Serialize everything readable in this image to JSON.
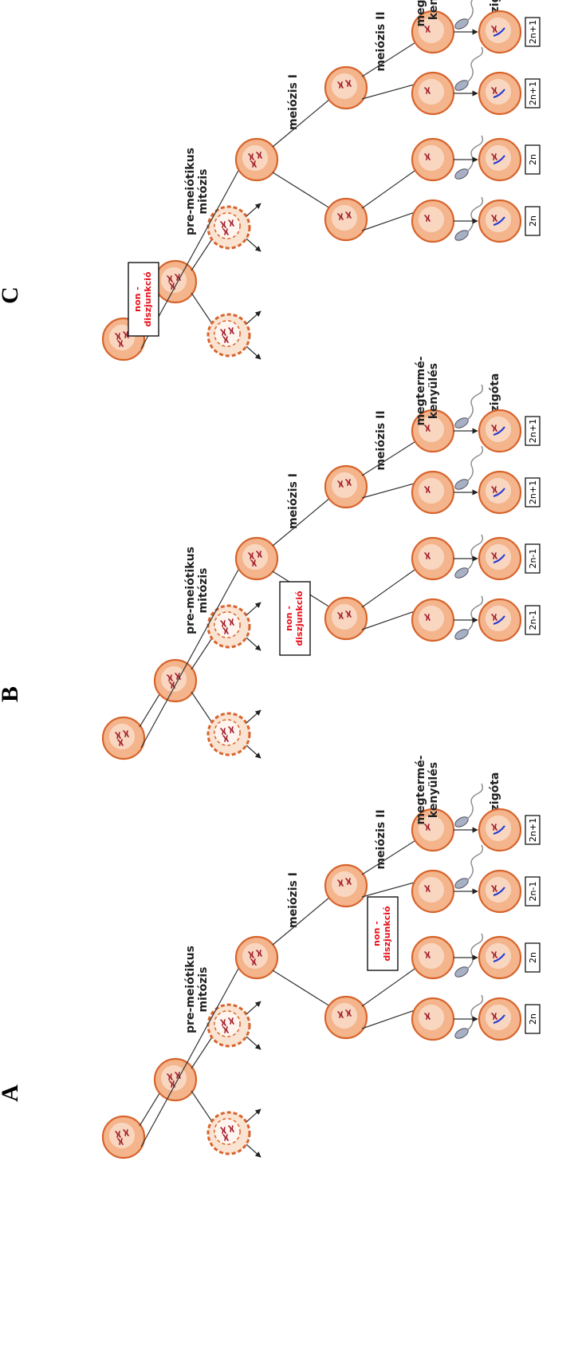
{
  "panels": [
    {
      "id": "A",
      "letter": "A",
      "labels": {
        "premeiotic_line1": "pre-meiótikus",
        "premeiotic_line2": "mitózis",
        "meiosis1": "meiózis I",
        "meiosis2": "meiózis II",
        "fert_line1": "megtermé-",
        "fert_line2": "kenyülés",
        "zygote": "zigóta",
        "nd_line1": "non -",
        "nd_line2": "diszjunkció"
      },
      "nondisjunction_stage": "meiosis2",
      "ploidy": [
        "2n+1",
        "2n-1",
        "2n",
        "2n"
      ]
    },
    {
      "id": "B",
      "letter": "B",
      "labels": {
        "premeiotic_line1": "pre-meiótikus",
        "premeiotic_line2": "mitózis",
        "meiosis1": "meiózis I",
        "meiosis2": "meiózis II",
        "fert_line1": "megtermé-",
        "fert_line2": "kenyülés",
        "zygote": "zigóta",
        "nd_line1": "non -",
        "nd_line2": "diszjunkció"
      },
      "nondisjunction_stage": "meiosis1",
      "ploidy": [
        "2n+1",
        "2n+1",
        "2n-1",
        "2n-1"
      ]
    },
    {
      "id": "C",
      "letter": "C",
      "labels": {
        "premeiotic_line1": "pre-meiótikus",
        "premeiotic_line2": "mitózis",
        "meiosis1": "meiózis I",
        "meiosis2": "meiózis II",
        "fert_line1": "megtermé-",
        "fert_line2": "kenyülés",
        "zygote": "zigóta",
        "nd_line1": "non -",
        "nd_line2": "diszjunkció"
      },
      "nondisjunction_stage": "premeiotic",
      "ploidy": [
        "2n+1",
        "2n+1",
        "2n",
        "2n"
      ]
    }
  ],
  "colors": {
    "cell_fill": "#f4b48c",
    "cell_outline": "#d7642c",
    "cell_inner": "#f9d6bf",
    "chromosome_red": "#a0192a",
    "chromosome_blue": "#1c36d8",
    "sperm_head": "#a8b0c4",
    "sperm_tail": "#8a8a8a",
    "nondisjunction_text": "#e8101c"
  }
}
